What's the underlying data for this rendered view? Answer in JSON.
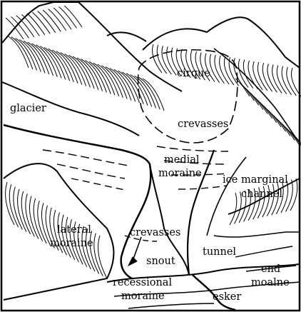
{
  "labels": {
    "cirque": "cirque",
    "glacier": "glacier",
    "crevasses_upper": "crevasses",
    "medial_moraine_line1": "medial",
    "medial_moraine_line2": "moraine",
    "ice_marginal_line1": "ice marginal",
    "ice_marginal_line2": "channel",
    "lateral_moraine_line1": "lateral",
    "lateral_moraine_line2": "moraine",
    "crevasses_lower": "crevasses",
    "snout": "snout",
    "tunnel": "tunnel",
    "end_moraine_line1": "end",
    "end_moraine_line2": "moalne",
    "recessional_moraine_line1": "recessional",
    "recessional_moraine_line2": "moraine",
    "esker": "esker"
  },
  "colors": {
    "ink": "#000000",
    "paper": "#ffffff"
  }
}
